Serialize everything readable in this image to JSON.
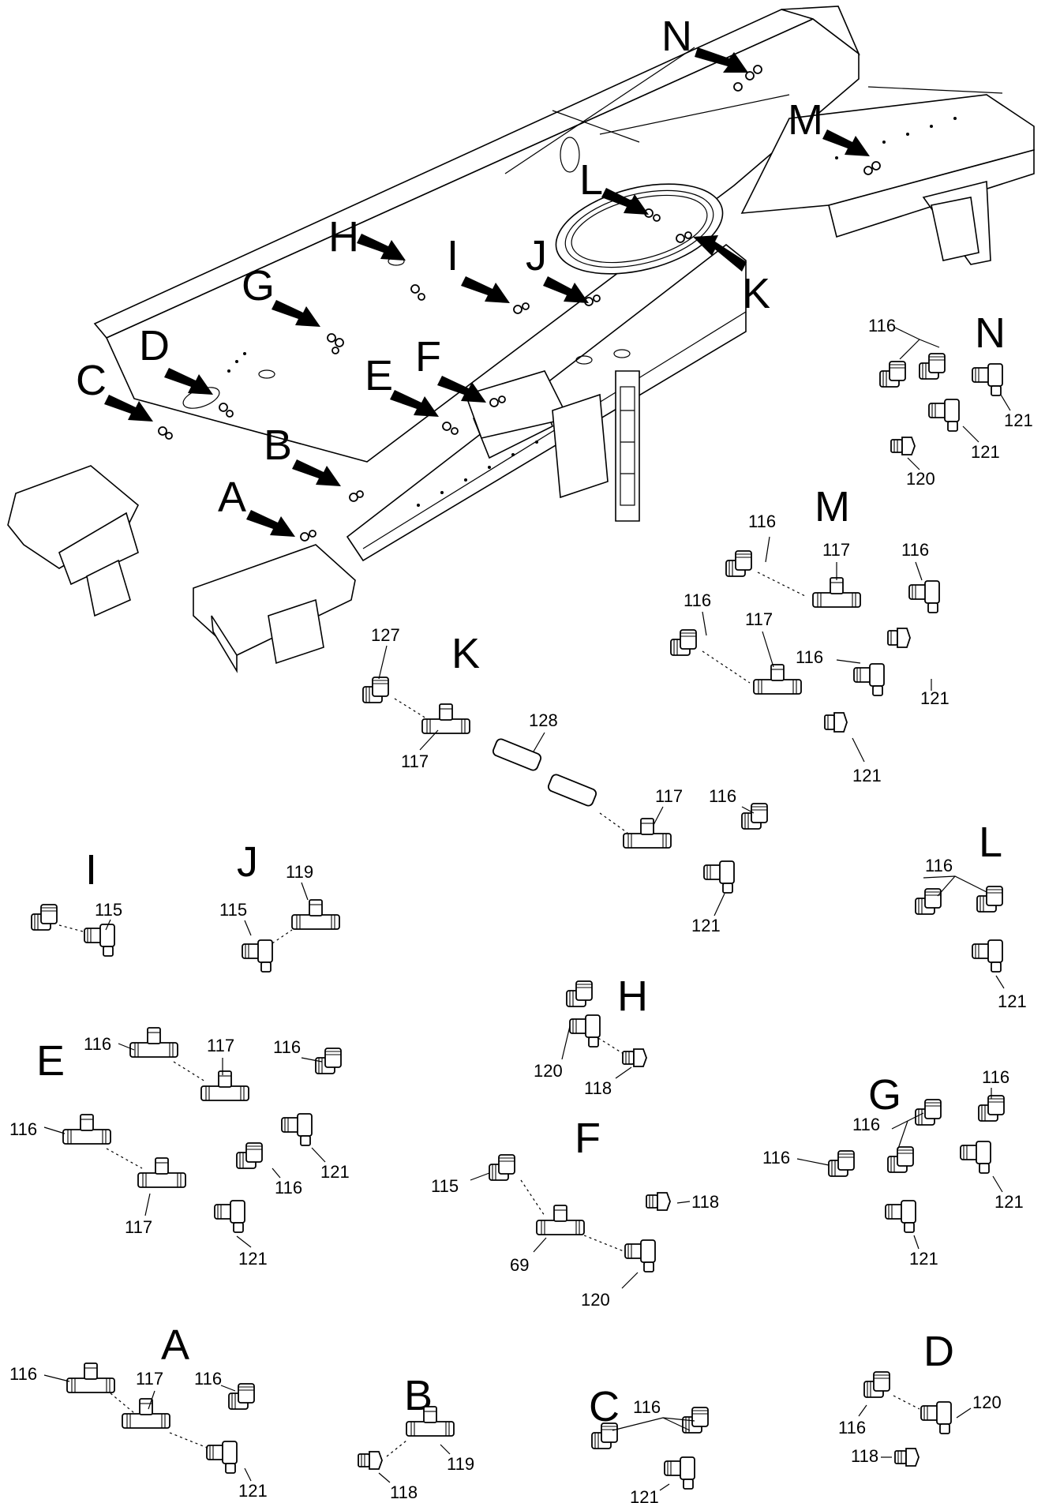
{
  "figure": {
    "callouts": [
      "N",
      "M",
      "L",
      "K",
      "H",
      "I",
      "J",
      "G",
      "D",
      "C",
      "E",
      "F",
      "B",
      "A"
    ],
    "details": {
      "N": {
        "title": "N",
        "parts": [
          "116",
          "121",
          "121",
          "120"
        ]
      },
      "M": {
        "title": "M",
        "parts": [
          "116",
          "117",
          "116",
          "116",
          "117",
          "116",
          "121",
          "121"
        ]
      },
      "K": {
        "title": "K",
        "parts": [
          "127",
          "117",
          "128",
          "117",
          "116",
          "121"
        ]
      },
      "I": {
        "title": "I",
        "parts": [
          "115"
        ]
      },
      "J": {
        "title": "J",
        "parts": [
          "119",
          "115"
        ]
      },
      "L": {
        "title": "L",
        "parts": [
          "116",
          "121"
        ]
      },
      "H": {
        "title": "H",
        "parts": [
          "120",
          "118"
        ]
      },
      "E": {
        "title": "E",
        "parts": [
          "116",
          "117",
          "116",
          "116",
          "117",
          "116",
          "121",
          "121"
        ]
      },
      "G": {
        "title": "G",
        "parts": [
          "116",
          "116",
          "116",
          "121",
          "121"
        ]
      },
      "F": {
        "title": "F",
        "parts": [
          "115",
          "118",
          "69",
          "120"
        ]
      },
      "A": {
        "title": "A",
        "parts": [
          "116",
          "117",
          "116",
          "121"
        ]
      },
      "B": {
        "title": "B",
        "parts": [
          "119",
          "118"
        ]
      },
      "C": {
        "title": "C",
        "parts": [
          "116",
          "121"
        ]
      },
      "D": {
        "title": "D",
        "parts": [
          "116",
          "120",
          "118"
        ]
      }
    }
  },
  "colors": {
    "ink": "#000000",
    "paper": "#ffffff"
  }
}
